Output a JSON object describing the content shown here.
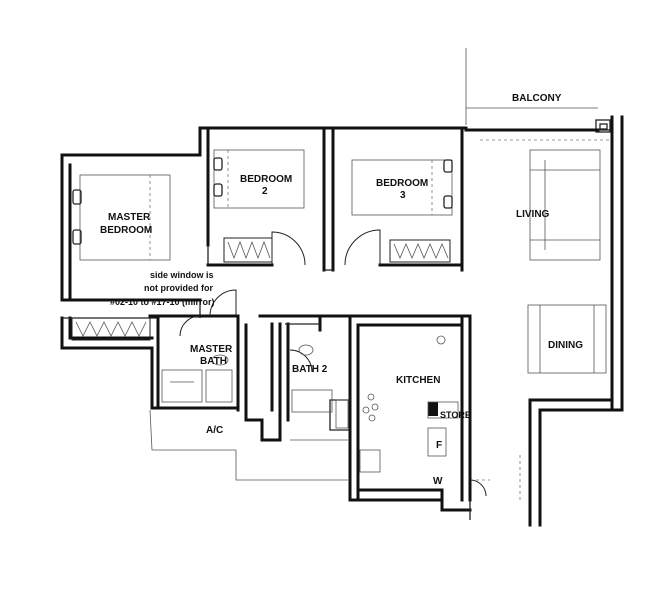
{
  "rooms": {
    "balcony": "BALCONY",
    "master_bedroom": [
      "MASTER",
      "BEDROOM"
    ],
    "bedroom2": [
      "BEDROOM",
      "2"
    ],
    "bedroom3": [
      "BEDROOM",
      "3"
    ],
    "living": "LIVING",
    "dining": "DINING",
    "master_bath": [
      "MASTER",
      "BATH"
    ],
    "bath2": "BATH 2",
    "kitchen": "KITCHEN",
    "ac": "A/C",
    "store": "STORE",
    "fridge": "F",
    "washer": "W"
  },
  "note": {
    "line1": "side window is",
    "line2": "not provided for",
    "line3": "#02-10 to #17-10 (mirror)"
  }
}
